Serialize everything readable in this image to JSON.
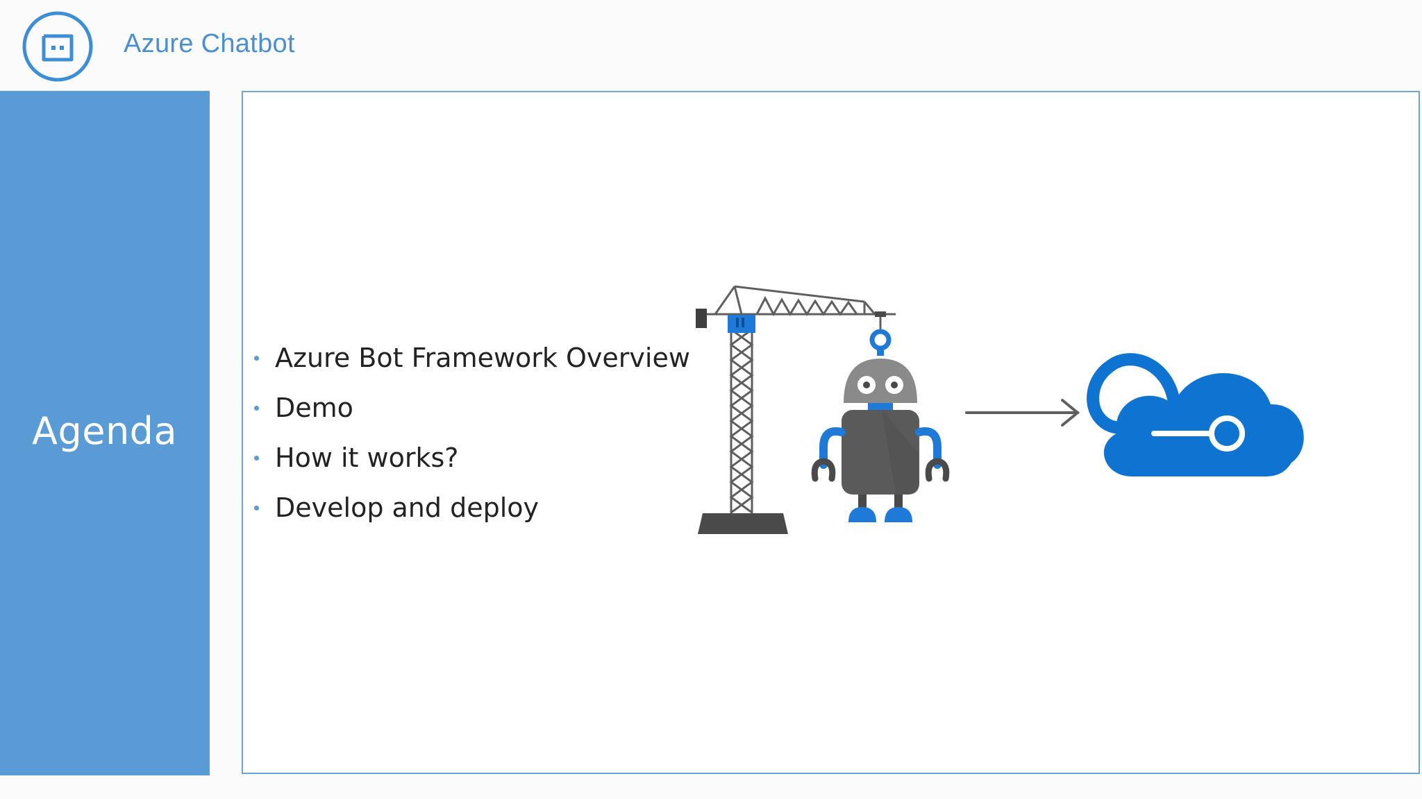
{
  "header": {
    "logo_icon": "chatbot-logo-icon",
    "app_title": "Azure Chatbot"
  },
  "sidebar": {
    "title": "Agenda",
    "background_color": "#5b9bd5"
  },
  "agenda": {
    "items": [
      "Azure Bot Framework Overview",
      "Demo",
      "How it works?",
      "Develop and deploy"
    ]
  },
  "illustration": {
    "icons": [
      "crane-icon",
      "robot-icon",
      "arrow-right-icon",
      "azure-cloud-icon"
    ],
    "accent_color": "#1e7ad6",
    "gray_color": "#5f5f5f"
  }
}
